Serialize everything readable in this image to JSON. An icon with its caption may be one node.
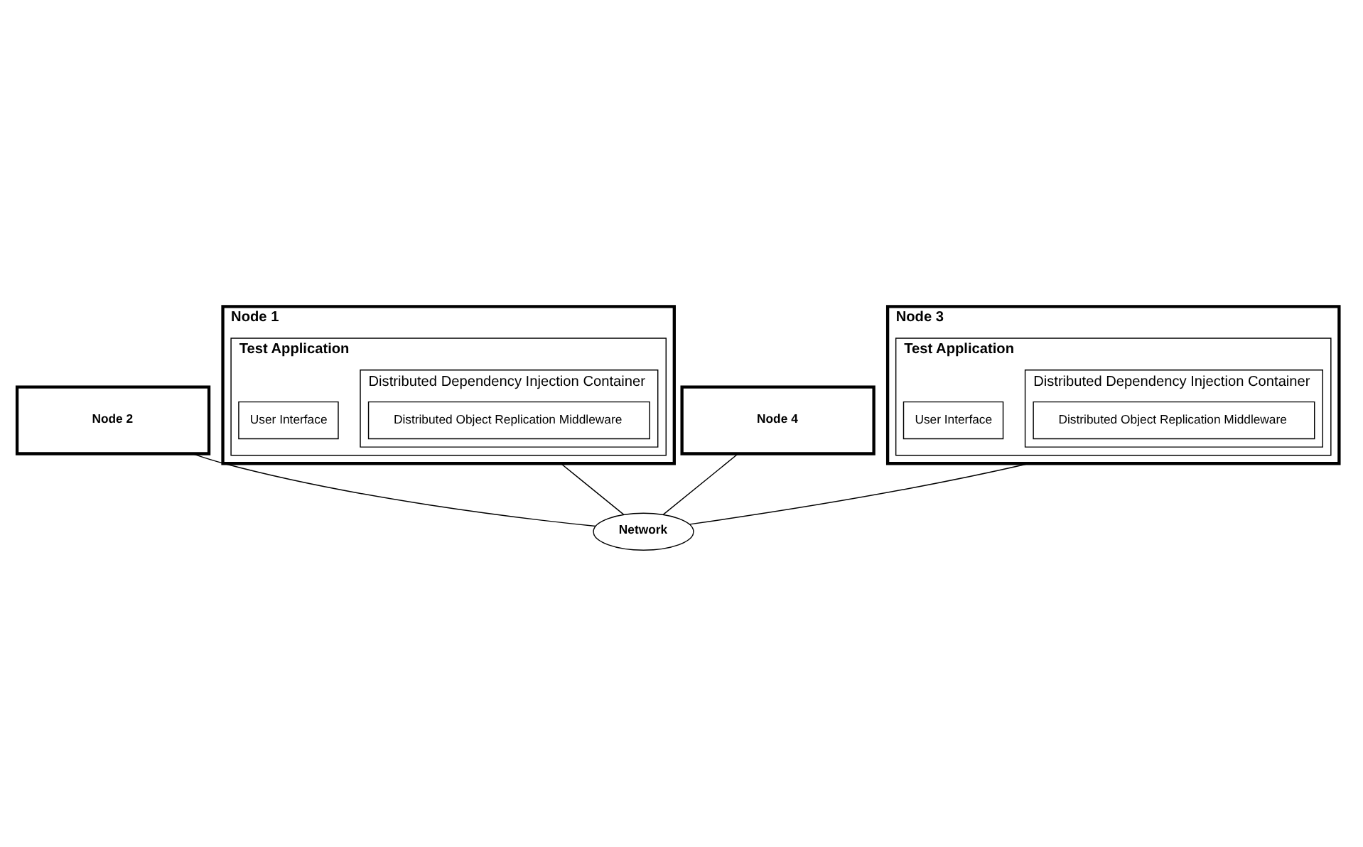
{
  "diagram": {
    "nodes": [
      {
        "text": [
          "Node 2"
        ]
      },
      {
        "text": [
          "Node 1"
        ]
      },
      {
        "text": [
          "Test Application"
        ],
        "in": 1
      },
      {
        "text": [
          "User Interface"
        ],
        "in": 2
      },
      {
        "text": [
          "Distributed Dependency Injection Container"
        ],
        "in": 2
      },
      {
        "text": [
          "Distributed Object Replication Middleware"
        ],
        "in": 4
      },
      {
        "text": [
          "Node 4"
        ]
      },
      {
        "text": [
          "Node 3"
        ]
      },
      {
        "text": [
          "Test Application"
        ],
        "in": 7
      },
      {
        "text": [
          "User Interface"
        ],
        "in": 8
      },
      {
        "text": [
          "Distributed Dependency Injection Container"
        ],
        "in": 8
      },
      {
        "text": [
          "Distributed Object Replication Middleware"
        ],
        "in": 10
      },
      {
        "text": [
          "Network"
        ]
      }
    ],
    "edges": [
      {
        "from": 1,
        "to": 12,
        "arrow": "none"
      },
      {
        "from": 0,
        "to": 12,
        "arrow": "none"
      },
      {
        "from": 7,
        "to": 12,
        "arrow": "none"
      },
      {
        "from": 6,
        "to": 12,
        "arrow": "none"
      }
    ]
  }
}
